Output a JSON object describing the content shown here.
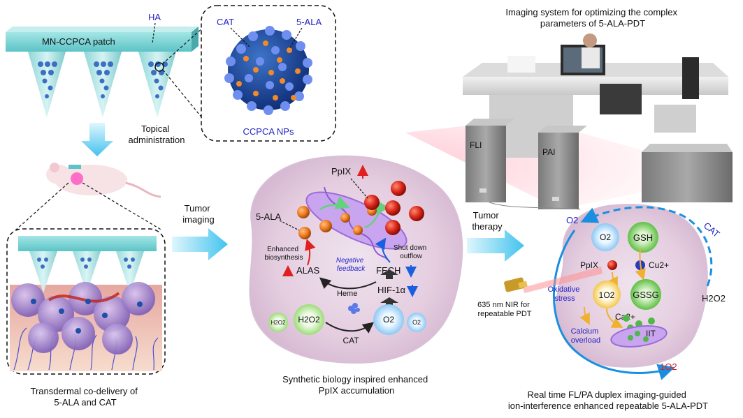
{
  "patch": {
    "label": "MN-CCPCA patch",
    "ha_label": "HA"
  },
  "nanoparticle": {
    "cat_label": "CAT",
    "ala_label": "5-ALA",
    "caption": "CCPCA NPs"
  },
  "steps": {
    "topical": [
      "Topical",
      "administration"
    ],
    "tumor_imaging": [
      "Tumor",
      "imaging"
    ],
    "tumor_therapy": [
      "Tumor",
      "therapy"
    ]
  },
  "captions": {
    "left": [
      "Transdermal co-delivery of",
      "5-ALA and CAT"
    ],
    "middle": [
      "Synthetic biology inspired enhanced",
      "PpIX accumulation"
    ],
    "right": [
      "Real time FL/PA duplex imaging-guided",
      "ion-interference enhanced repeatable 5-ALA-PDT"
    ],
    "imaging_system": [
      "Imaging system for optimizing the complex",
      "parameters of 5-ALA-PDT"
    ]
  },
  "imaging": {
    "fli": "FLI",
    "pai": "PAI"
  },
  "middle_cell": {
    "ppix": "PpIX",
    "ala": "5-ALA",
    "enhanced": [
      "Enhanced",
      "biosynthesis"
    ],
    "alas": "ALAS",
    "negative": [
      "Negative",
      "feedback"
    ],
    "fech": "FECH",
    "shutdown": [
      "Shut down",
      "outflow"
    ],
    "heme": "Heme",
    "hif": "HIF-1α",
    "h2o2_small": "H2O2",
    "h2o2": "H2O2",
    "o2": "O2",
    "o2_small": "O2",
    "cat": "CAT"
  },
  "right_cell": {
    "o2_top": "O2",
    "cat_arc": "CAT",
    "o2_bubble": "O2",
    "gsh": "GSH",
    "ppix": "PpIX",
    "cu": "Cu2+",
    "oxidative": [
      "Oxidative",
      "stress"
    ],
    "singlet": "1O2",
    "gssg": "GSSG",
    "ca": "Ca2+",
    "calcium": [
      "Calcium",
      "overload"
    ],
    "iit": "IIT",
    "h2o2": "H2O2",
    "singlet_bottom": "1O2",
    "laser": [
      "635 nm NIR for",
      "repeatable PDT"
    ]
  },
  "colors": {
    "blue_label": "#2323c8",
    "red_arrow": "#e02020",
    "arrow_cyan": "#5fd0f0",
    "patch": "#7fd9d9",
    "arc_blue": "#1a8fe0"
  }
}
